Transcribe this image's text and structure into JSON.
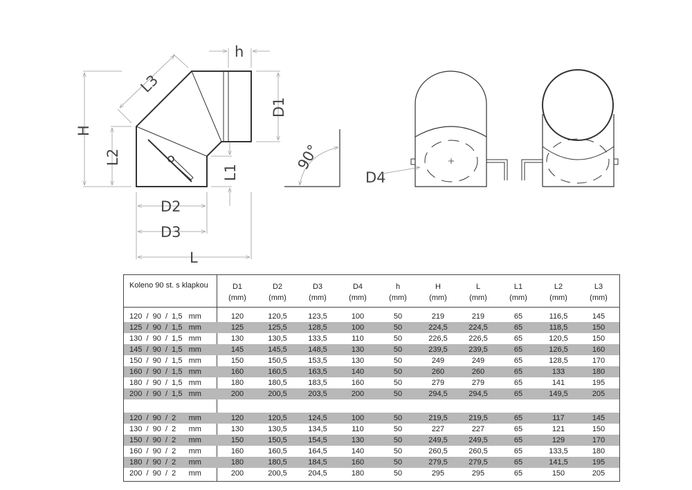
{
  "drawing": {
    "labels": {
      "h": "h",
      "L3": "L3",
      "H": "H",
      "L2": "L2",
      "D1": "D1",
      "L1": "L1",
      "D2": "D2",
      "D3": "D3",
      "L": "L",
      "angle": "90°",
      "D4": "D4"
    }
  },
  "table": {
    "title": "Koleno 90 st. s klapkou",
    "unit": "(mm)",
    "columns": [
      "D1",
      "D2",
      "D3",
      "D4",
      "h",
      "H",
      "L",
      "L1",
      "L2",
      "L3"
    ],
    "groups": [
      {
        "rows": [
          {
            "name": "120  /  90  /  1,5   mm",
            "values": [
              "120",
              "120,5",
              "123,5",
              "100",
              "50",
              "219",
              "219",
              "65",
              "116,5",
              "145"
            ]
          },
          {
            "name": "125  /  90  /  1,5   mm",
            "values": [
              "125",
              "125,5",
              "128,5",
              "100",
              "50",
              "224,5",
              "224,5",
              "65",
              "118,5",
              "150"
            ]
          },
          {
            "name": "130  /  90  /  1,5   mm",
            "values": [
              "130",
              "130,5",
              "133,5",
              "110",
              "50",
              "226,5",
              "226,5",
              "65",
              "120,5",
              "150"
            ]
          },
          {
            "name": "145  /  90  /  1,5   mm",
            "values": [
              "145",
              "145,5",
              "148,5",
              "130",
              "50",
              "239,5",
              "239,5",
              "65",
              "126,5",
              "160"
            ]
          },
          {
            "name": "150  /  90  /  1,5   mm",
            "values": [
              "150",
              "150,5",
              "153,5",
              "130",
              "50",
              "249",
              "249",
              "65",
              "128,5",
              "170"
            ]
          },
          {
            "name": "160  /  90  /  1,5   mm",
            "values": [
              "160",
              "160,5",
              "163,5",
              "140",
              "50",
              "260",
              "260",
              "65",
              "133",
              "180"
            ]
          },
          {
            "name": "180  /  90  /  1,5   mm",
            "values": [
              "180",
              "180,5",
              "183,5",
              "160",
              "50",
              "279",
              "279",
              "65",
              "141",
              "195"
            ]
          },
          {
            "name": "200  /  90  /  1,5   mm",
            "values": [
              "200",
              "200,5",
              "203,5",
              "200",
              "50",
              "294,5",
              "294,5",
              "65",
              "149,5",
              "205"
            ]
          }
        ]
      },
      {
        "rows": [
          {
            "name": "120  /  90  /  2      mm",
            "values": [
              "120",
              "120,5",
              "124,5",
              "100",
              "50",
              "219,5",
              "219,5",
              "65",
              "117",
              "145"
            ]
          },
          {
            "name": "130  /  90  /  2      mm",
            "values": [
              "130",
              "130,5",
              "134,5",
              "110",
              "50",
              "227",
              "227",
              "65",
              "121",
              "150"
            ]
          },
          {
            "name": "150  /  90  /  2      mm",
            "values": [
              "150",
              "150,5",
              "154,5",
              "130",
              "50",
              "249,5",
              "249,5",
              "65",
              "129",
              "170"
            ]
          },
          {
            "name": "160  /  90  /  2      mm",
            "values": [
              "160",
              "160,5",
              "164,5",
              "140",
              "50",
              "260,5",
              "260,5",
              "65",
              "133,5",
              "180"
            ]
          },
          {
            "name": "180  /  90  /  2      mm",
            "values": [
              "180",
              "180,5",
              "184,5",
              "160",
              "50",
              "279,5",
              "279,5",
              "65",
              "141,5",
              "195"
            ]
          },
          {
            "name": "200  /  90  /  2      mm",
            "values": [
              "200",
              "200,5",
              "204,5",
              "180",
              "50",
              "295",
              "295",
              "65",
              "150",
              "205"
            ]
          }
        ]
      }
    ]
  }
}
